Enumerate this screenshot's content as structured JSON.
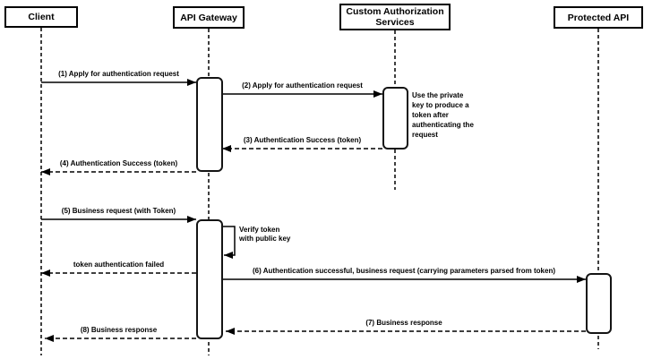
{
  "diagram": {
    "type": "sequence-diagram",
    "participants": [
      {
        "id": "client",
        "name": "Client"
      },
      {
        "id": "api-gateway",
        "name": "API Gateway"
      },
      {
        "id": "custom-auth-services",
        "name": "Custom Authorization Services"
      },
      {
        "id": "protected-api",
        "name": "Protected API"
      }
    ],
    "messages": [
      {
        "seq": "1",
        "label": "(1) Apply for authentication request",
        "from": "Client",
        "to": "API Gateway",
        "line": "solid"
      },
      {
        "seq": "2",
        "label": "(2) Apply for authentication request",
        "from": "API Gateway",
        "to": "Custom Authorization Services",
        "line": "solid"
      },
      {
        "seq": "3",
        "label": "(3) Authentication Success (token)",
        "from": "Custom Authorization Services",
        "to": "API Gateway",
        "line": "dashed"
      },
      {
        "seq": "4",
        "label": "(4) Authentication Success (token)",
        "from": "API Gateway",
        "to": "Client",
        "line": "dashed"
      },
      {
        "seq": "5",
        "label": "(5) Business request (with Token)",
        "from": "Client",
        "to": "API Gateway",
        "line": "solid"
      },
      {
        "seq": "self",
        "label": "Verify token\nwith public key",
        "from": "API Gateway",
        "to": "API Gateway",
        "line": "solid"
      },
      {
        "seq": "alt",
        "label": "token authentication failed",
        "from": "API Gateway",
        "to": "Client",
        "line": "dashed"
      },
      {
        "seq": "6",
        "label": "(6) Authentication successful, business request (carrying parameters parsed from token)",
        "from": "API Gateway",
        "to": "Protected API",
        "line": "solid"
      },
      {
        "seq": "7",
        "label": "(7) Business response",
        "from": "Protected API",
        "to": "API Gateway",
        "line": "dashed"
      },
      {
        "seq": "8",
        "label": "(8) Business response",
        "from": "API Gateway",
        "to": "Client",
        "line": "dashed"
      }
    ],
    "note": {
      "text": "Use the private key to produce a token after authenticating the request",
      "attached_to": "Custom Authorization Services"
    },
    "colors": {
      "line": "#000000",
      "background": "#ffffff",
      "shape_fill": "#ffffff"
    }
  }
}
